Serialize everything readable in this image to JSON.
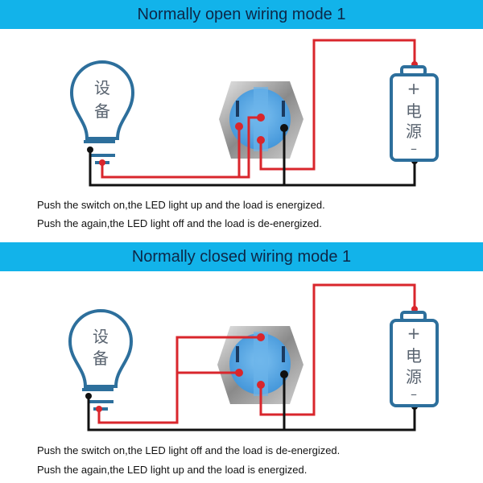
{
  "panels": [
    {
      "title": "Normally open wiring mode 1",
      "lines": [
        "Push the switch on,the LED light up and the load is energized.",
        "Push the again,the LED light off and the load is de-energized."
      ],
      "load_label": [
        "设",
        "备"
      ],
      "power_label": [
        "+",
        "电",
        "源",
        "–"
      ]
    },
    {
      "title": "Normally closed wiring mode 1",
      "lines": [
        "Push the switch on,the LED light off and the load is de-energized.",
        "Push the again,the LED light up and the load is energized."
      ],
      "load_label": [
        "设",
        "备"
      ],
      "power_label": [
        "+",
        "电",
        "源",
        "–"
      ]
    }
  ],
  "colors": {
    "banner": "#12b3ea",
    "wire_positive": "#d9262c",
    "wire_negative": "#111111",
    "outline": "#2d6f9c",
    "switch_face": "#5aa9e6"
  }
}
